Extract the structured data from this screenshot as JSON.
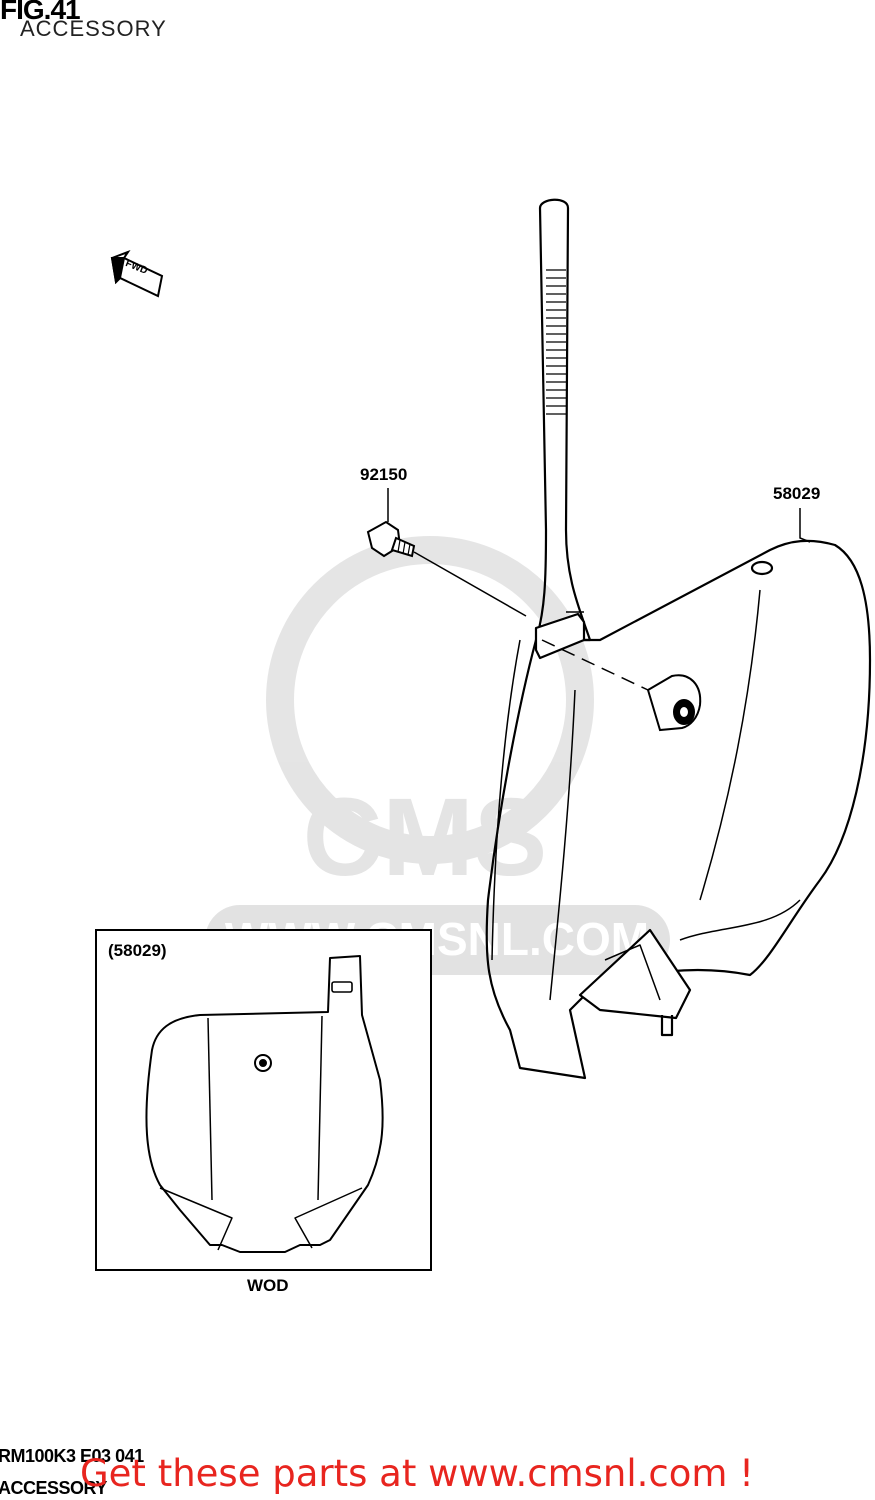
{
  "figure": {
    "title": "FIG.41",
    "subtitle": "ACCESSORY"
  },
  "direction_indicator": {
    "label": "FWD",
    "icon": "forward-arrow-icon"
  },
  "callouts": [
    {
      "part_number": "92150"
    },
    {
      "part_number": "58029"
    }
  ],
  "inset": {
    "label": "(58029)",
    "caption": "WOD"
  },
  "watermark": {
    "text": "WWW.CMSNL.COM",
    "logo": "CMS"
  },
  "footer": {
    "model_code": "RM100K3 E03 041",
    "section": "ACCESSORY",
    "promo": "Get these parts at www.cmsnl.com !"
  }
}
